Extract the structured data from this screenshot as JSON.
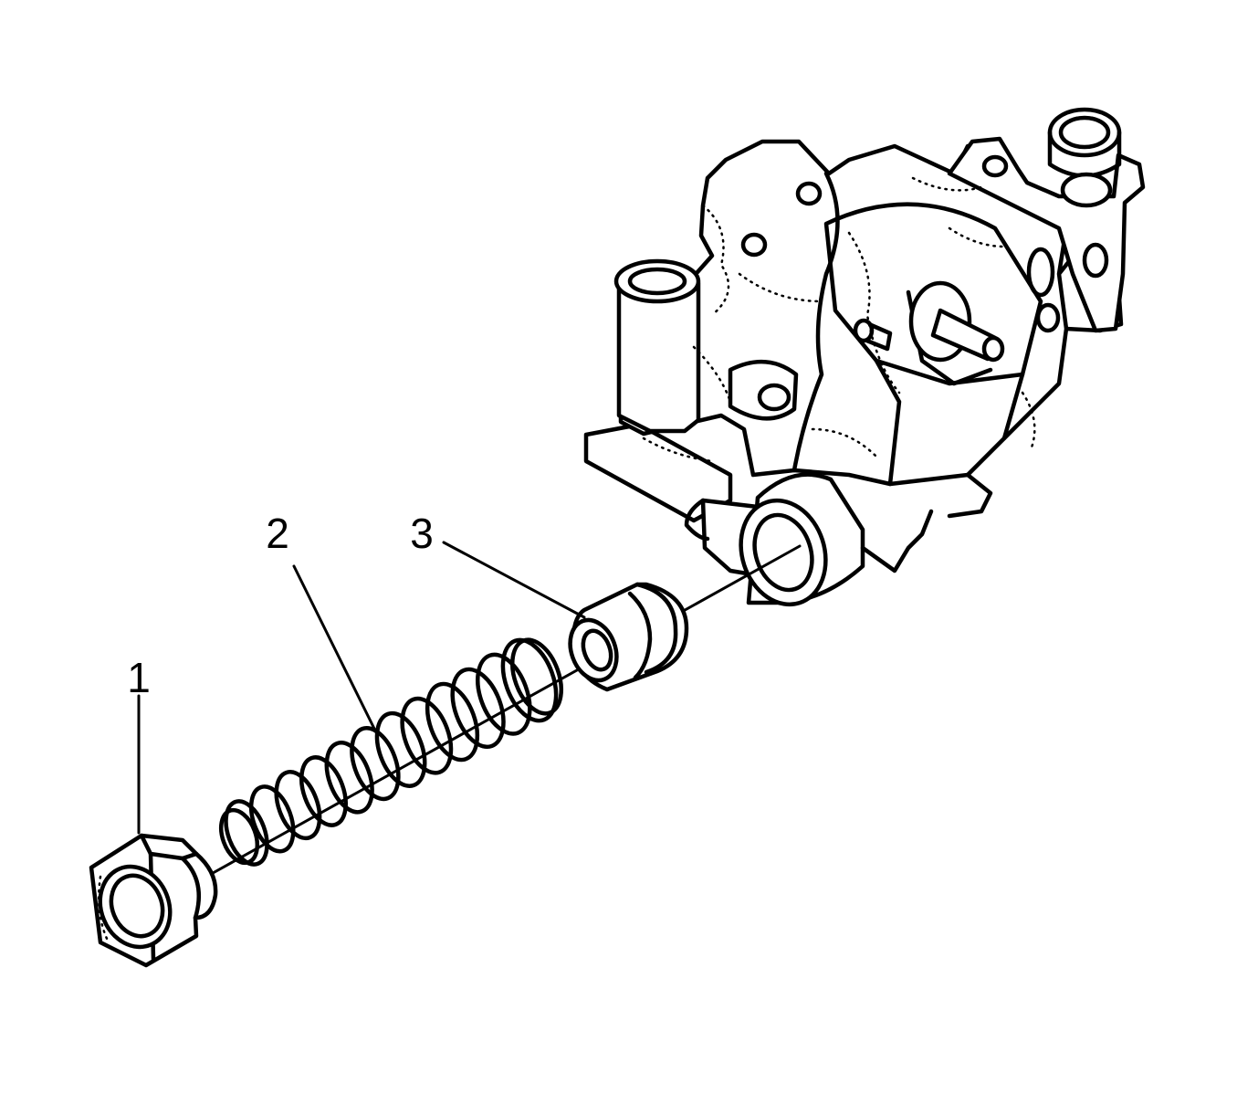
{
  "callouts": [
    {
      "label": "1"
    },
    {
      "label": "2"
    },
    {
      "label": "3"
    }
  ],
  "colors": {
    "line": "#000000",
    "background": "#ffffff"
  }
}
